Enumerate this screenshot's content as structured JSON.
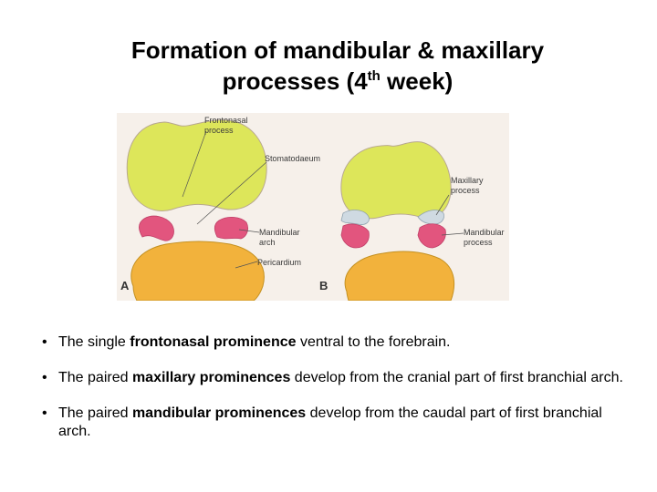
{
  "title": {
    "line1": "Formation of mandibular & maxillary",
    "line2_prefix": "processes (4",
    "line2_sup": "th",
    "line2_suffix": " week)"
  },
  "figure": {
    "panel_a": "A",
    "panel_b": "B",
    "labels_a": {
      "frontonasal_line1": "Frontonasal",
      "frontonasal_line2": "process",
      "stomatodaeum": "Stomatodaeum",
      "mandibular_arch_line1": "Mandibular",
      "mandibular_arch_line2": "arch",
      "pericardium": "Pericardium"
    },
    "labels_b": {
      "maxillary_line1": "Maxillary",
      "maxillary_line2": "process",
      "mandibular_line1": "Mandibular",
      "mandibular_line2": "process"
    },
    "colors": {
      "frontonasal": "#dde65a",
      "pericardium": "#f2b23c",
      "mandibular": "#e2557e",
      "maxillary": "#cfdae2",
      "background": "#f6f0ea"
    }
  },
  "bullets": [
    {
      "pre": "The single ",
      "bold": "frontonasal prominence",
      "post": " ventral to the forebrain."
    },
    {
      "pre": "The paired ",
      "bold": "maxillary prominences",
      "post": " develop from the cranial part of first branchial arch."
    },
    {
      "pre": "The paired ",
      "bold": "mandibular prominences",
      "post": " develop from the caudal part of first branchial arch."
    }
  ]
}
